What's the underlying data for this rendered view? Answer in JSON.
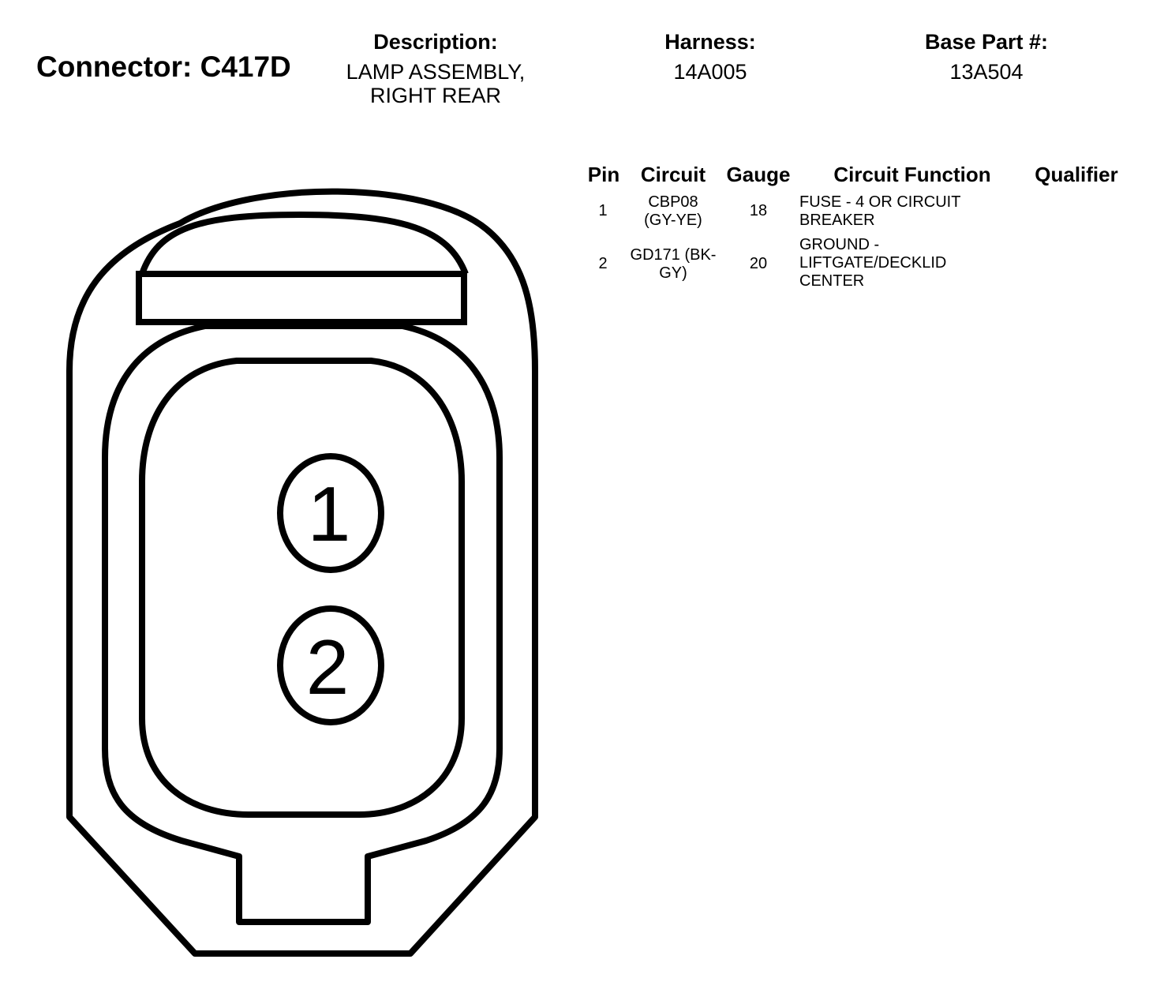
{
  "connector": {
    "title": "Connector: C417D"
  },
  "header": {
    "description_label": "Description:",
    "description_line1": "LAMP ASSEMBLY,",
    "description_line2": "RIGHT REAR",
    "harness_label": "Harness:",
    "harness_value": "14A005",
    "base_part_label": "Base Part #:",
    "base_part_value": "13A504"
  },
  "table": {
    "columns": [
      "Pin",
      "Circuit",
      "Gauge",
      "Circuit Function",
      "Qualifier"
    ],
    "rows": [
      {
        "pin": "1",
        "circuit": [
          "CBP08",
          "(GY-YE)"
        ],
        "gauge": "18",
        "function": [
          "FUSE - 4 OR CIRCUIT",
          "BREAKER"
        ],
        "qualifier": ""
      },
      {
        "pin": "2",
        "circuit": [
          "GD171 (BK-",
          "GY)"
        ],
        "gauge": "20",
        "function": [
          "GROUND -",
          "LIFTGATE/DECKLID",
          "CENTER"
        ],
        "qualifier": ""
      }
    ]
  },
  "diagram": {
    "pins": [
      "1",
      "2"
    ]
  }
}
